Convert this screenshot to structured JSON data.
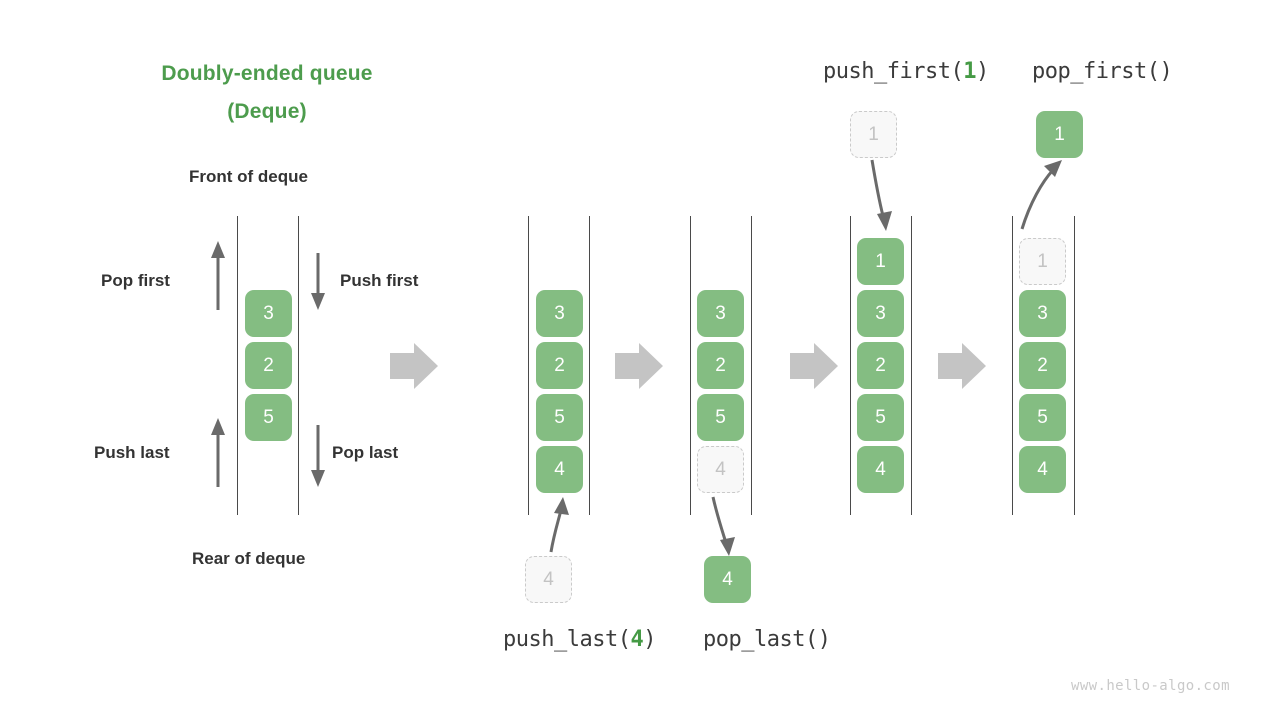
{
  "title": {
    "line1": "Doubly-ended queue",
    "line2": "(Deque)"
  },
  "labels": {
    "front": "Front of deque",
    "rear": "Rear of deque",
    "pop_first": "Pop first",
    "push_first": "Push first",
    "push_last": "Push last",
    "pop_last": "Pop last"
  },
  "operations": {
    "push_first": {
      "name": "push_first(",
      "arg": "1",
      "close": ")"
    },
    "pop_first": {
      "name": "pop_first()"
    },
    "push_last": {
      "name": "push_last(",
      "arg": "4",
      "close": ")"
    },
    "pop_last": {
      "name": "pop_last()"
    }
  },
  "colors": {
    "title_green": "#4d9c4d",
    "cell_green": "#84bd82",
    "ghost_border": "#cacaca",
    "ghost_text": "#c3c3c3",
    "rail": "#4a4a4a",
    "big_arrow": "#c4c4c4",
    "thin_arrow": "#6a6a6a",
    "label_text": "#333333",
    "watermark": "#c9c9c9"
  },
  "columns": [
    {
      "id": "initial",
      "cells": [
        "3",
        "2",
        "5"
      ]
    },
    {
      "id": "after-push-last",
      "cells": [
        "3",
        "2",
        "5",
        "4"
      ]
    },
    {
      "id": "before-pop-last",
      "cells": [
        "3",
        "2",
        "5",
        "4"
      ]
    },
    {
      "id": "after-push-first",
      "cells": [
        "1",
        "3",
        "2",
        "5",
        "4"
      ]
    },
    {
      "id": "before-pop-first",
      "cells": [
        "1",
        "3",
        "2",
        "5",
        "4"
      ]
    }
  ],
  "floating_cells": {
    "push_last_input": "4",
    "pop_last_output": "4",
    "push_first_input": "1",
    "pop_first_output": "1"
  },
  "watermark": "www.hello-algo.com"
}
